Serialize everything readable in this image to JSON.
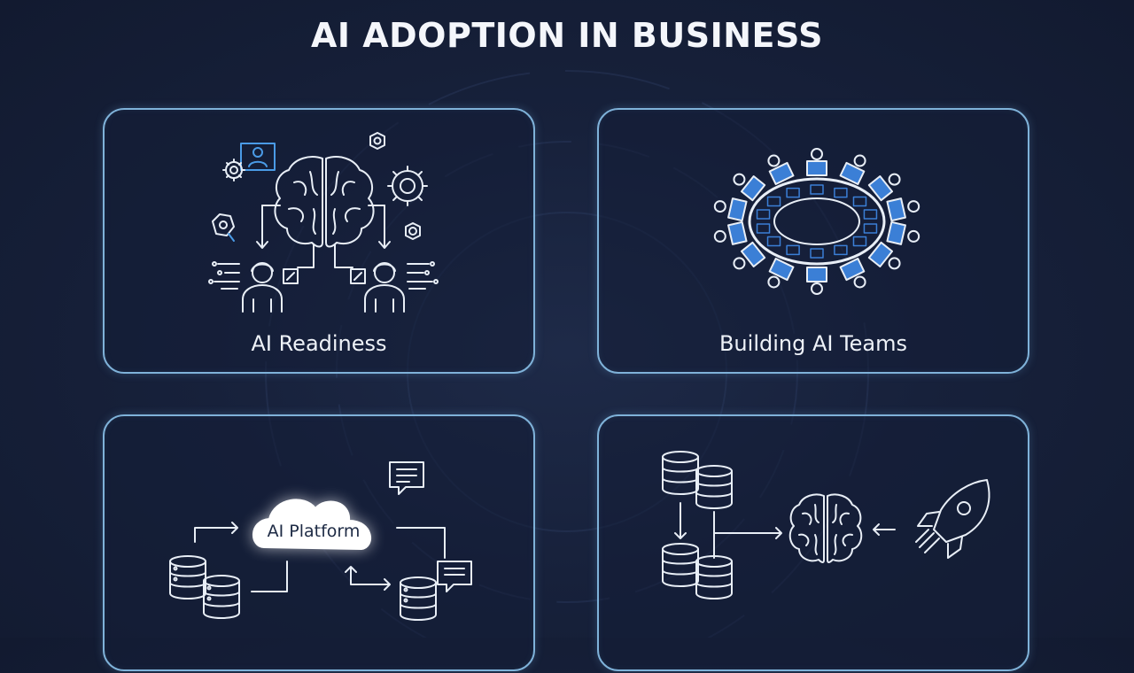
{
  "title": "AI ADOPTION IN BUSINESS",
  "cards": [
    {
      "label": "AI Readiness",
      "icon": "brain-people-gears"
    },
    {
      "label": "Building AI Teams",
      "icon": "round-table-team"
    },
    {
      "label": "",
      "icon": "cloud-platform-databases",
      "platform_label": "AI Platform"
    },
    {
      "label": "",
      "icon": "databases-brain-rocket"
    }
  ],
  "colors": {
    "background": "#17213b",
    "card_border": "#7fb2d9",
    "screen_blue": "#3b7fd6",
    "text": "#eef2f8"
  }
}
